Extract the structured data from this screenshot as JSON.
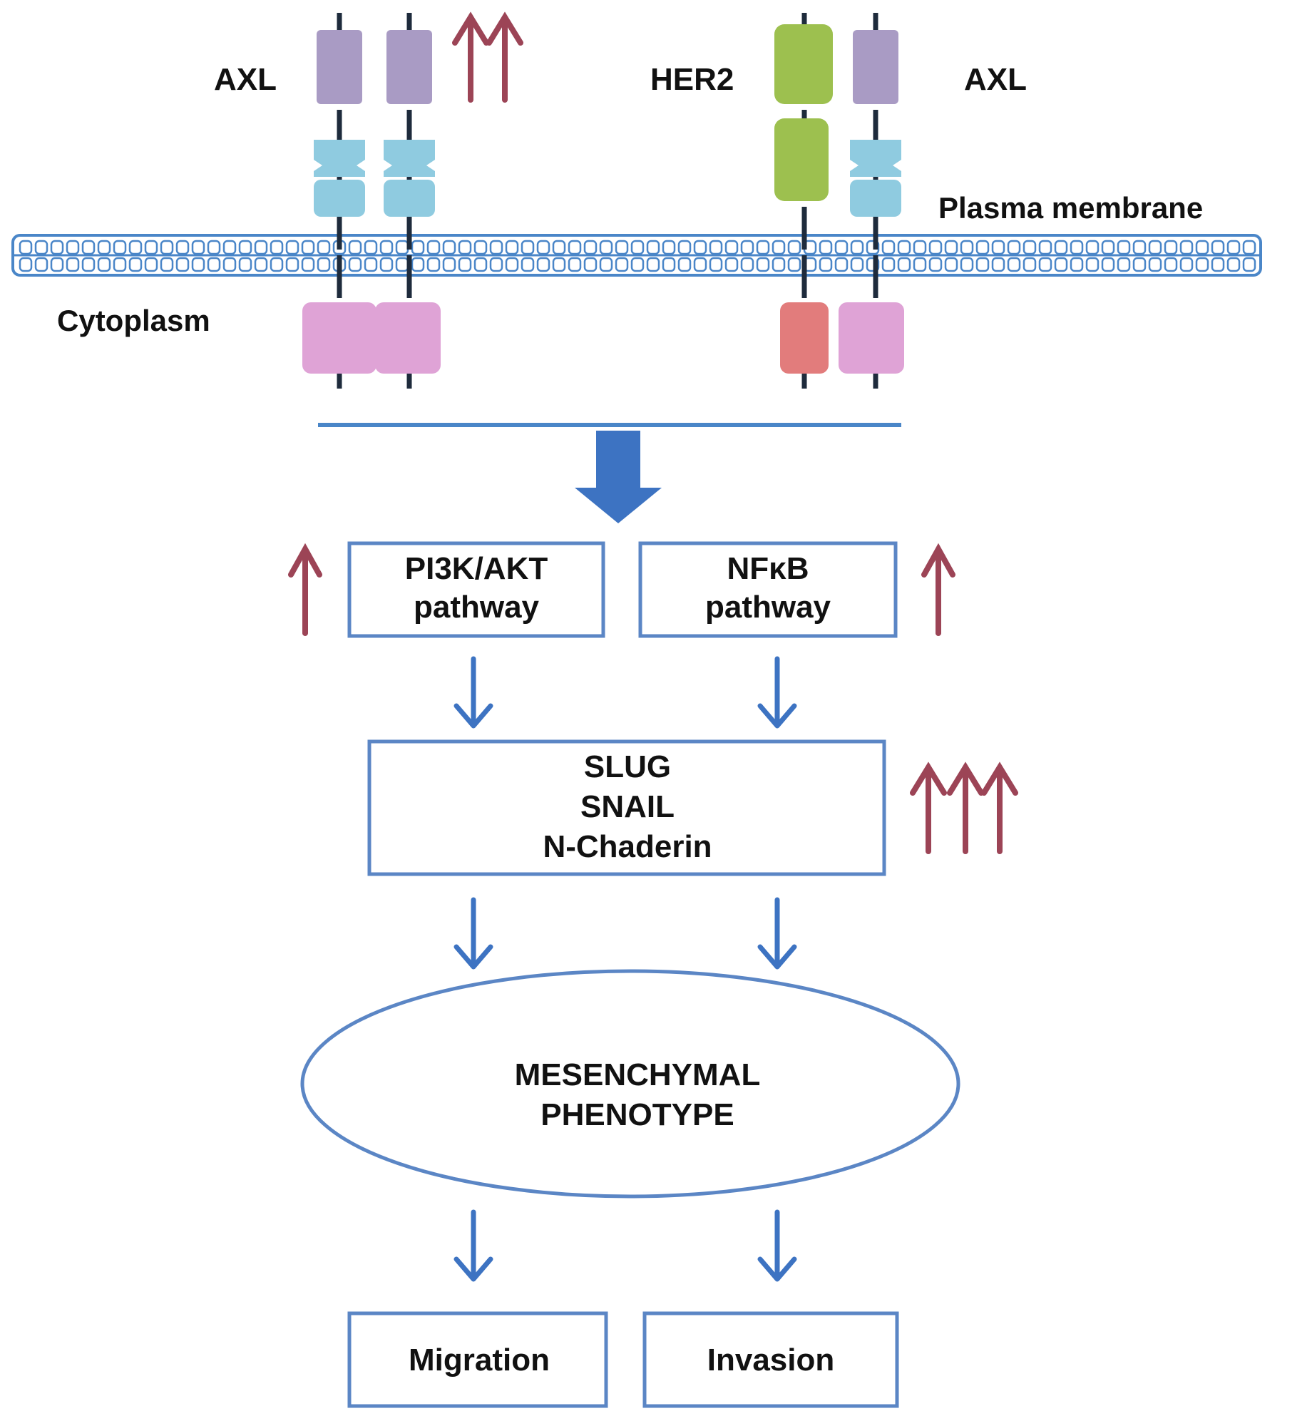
{
  "labels": {
    "axl_left": "AXL",
    "her2": "HER2",
    "axl_right": "AXL",
    "plasma_membrane": "Plasma membrane",
    "cytoplasm": "Cytoplasm"
  },
  "pathways": {
    "pi3k_line1": "PI3K/AKT",
    "pi3k_line2": "pathway",
    "nfkb_line1": "NFκB",
    "nfkb_line2": "pathway"
  },
  "transcription": {
    "line1": "SLUG",
    "line2": "SNAIL",
    "line3": "N-Chaderin"
  },
  "phenotype": {
    "line1": "MESENCHYMAL",
    "line2": "PHENOTYPE"
  },
  "outcomes": {
    "migration": "Migration",
    "invasion": "Invasion"
  },
  "colors": {
    "axl_extracellular": "#a99bc4",
    "ig_domain": "#8fcbe0",
    "kinase": "#dfa3d6",
    "her2_extracellular": "#9dc04f",
    "her2_kinase": "#e27c7c",
    "membrane": "#4a86c8",
    "flow_arrow": "#3d73c2",
    "box_border": "#5b86c5",
    "up_arrow": "#9c4456",
    "receptor_line": "#1e2b3c"
  }
}
